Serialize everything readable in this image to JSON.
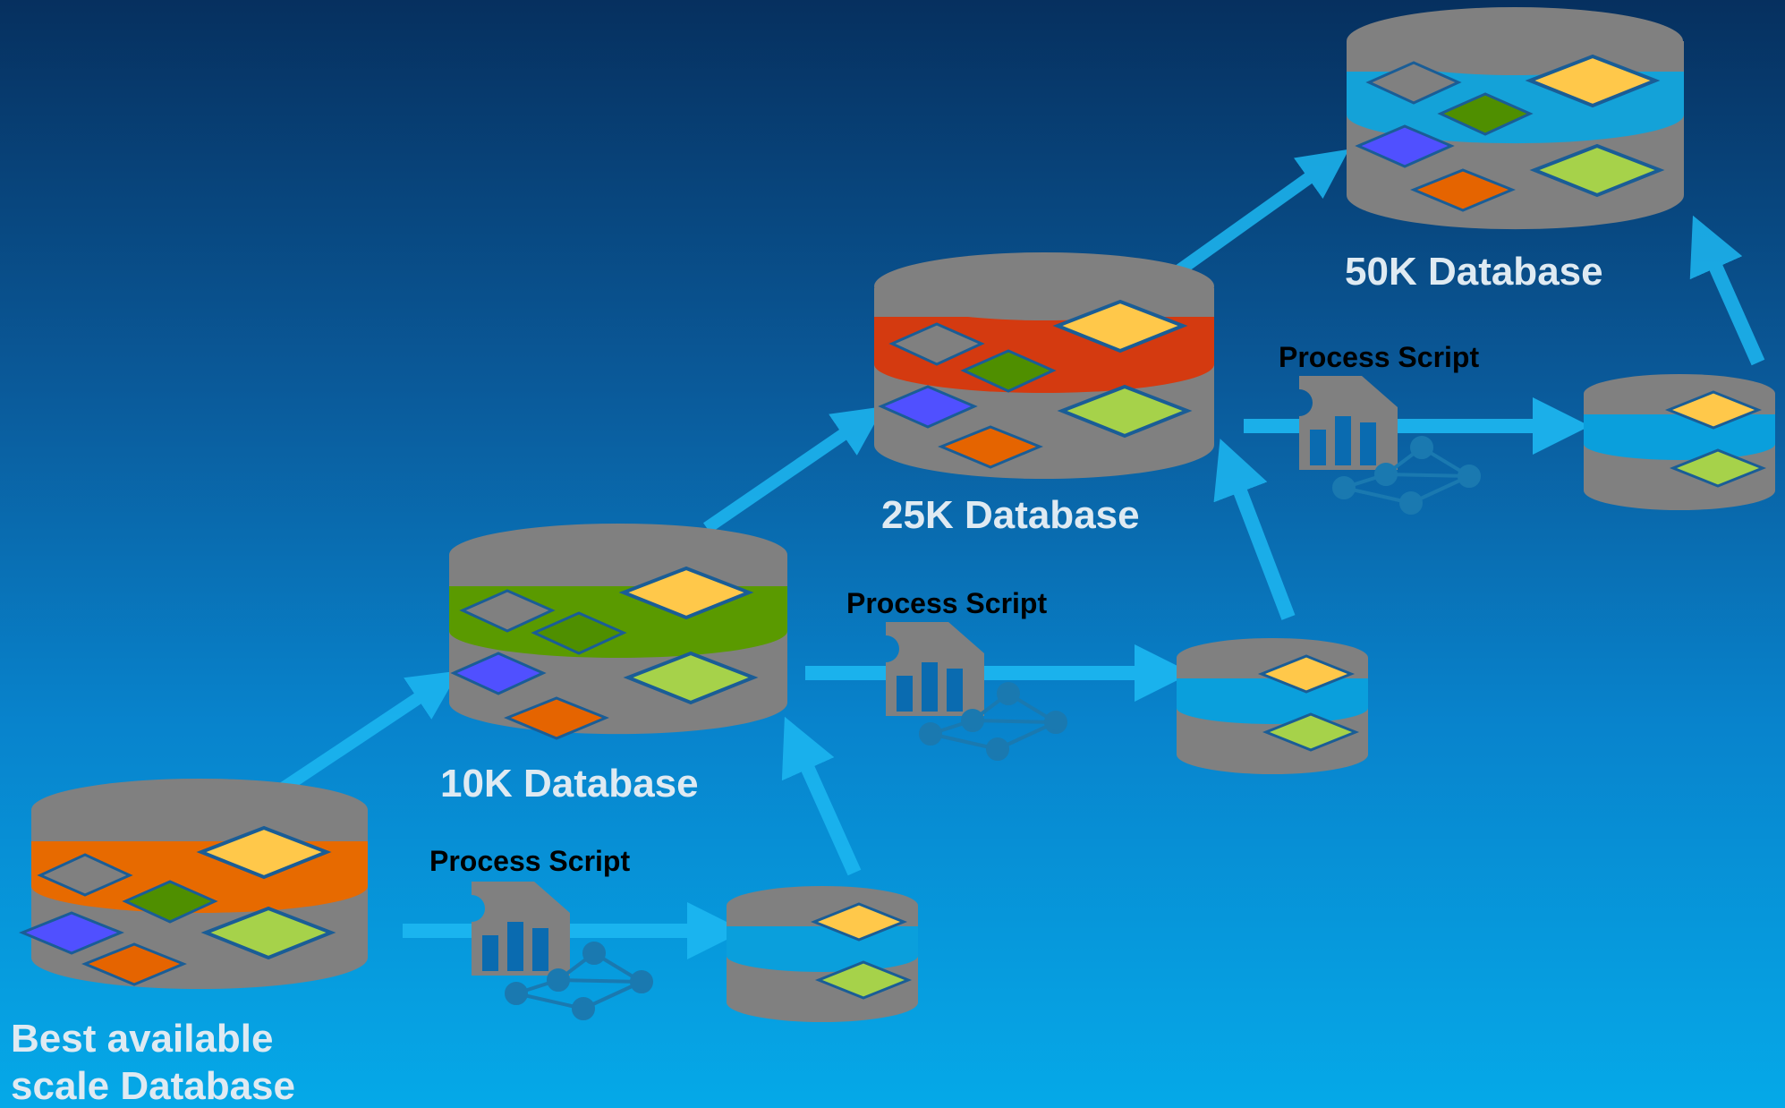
{
  "labels": {
    "best_line1": "Best available",
    "best_line2": "scale Database",
    "db_10k": "10K Database",
    "db_25k": "25K Database",
    "db_50k": "50K Database",
    "script_1": "Process Script",
    "script_2": "Process Script",
    "script_3": "Process Script"
  },
  "colors": {
    "background_top": "#06305f",
    "background_bottom": "#05a9e8",
    "cylinder_gray": "#808080",
    "band_best": "#e76a00",
    "band_10k": "#5a9a00",
    "band_25k": "#d43a10",
    "band_50k": "#14a2d8",
    "band_small": "#0a9fdc",
    "arrow": "#1db8f2",
    "diamond_gray": "#808080",
    "diamond_green": "#4f8f00",
    "diamond_blue": "#5050ff",
    "diamond_orange": "#e56400",
    "diamond_light_green": "#a6d24a",
    "diamond_yellow": "#ffc84a",
    "script_icon": "#808080",
    "network_icon": "#1a79b0"
  },
  "icons": [
    "database-icon",
    "process-script-icon",
    "network-graph-icon",
    "arrow-icon"
  ]
}
